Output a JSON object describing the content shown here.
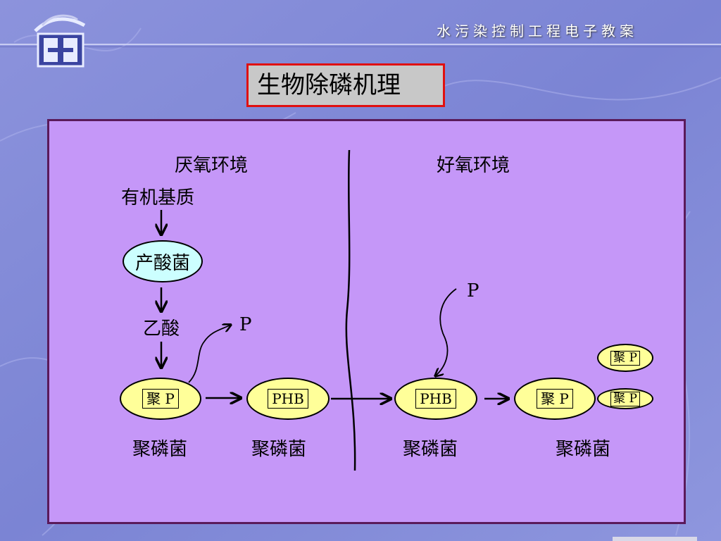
{
  "header": {
    "title": "水污染控制工程电子教案"
  },
  "slide": {
    "title": "生物除磷机理"
  },
  "diagram": {
    "anaerobic_label": "厌氧环境",
    "aerobic_label": "好氧环境",
    "substrate_label": "有机基质",
    "acid_bacteria_label": "产酸菌",
    "acetic_acid_label": "乙酸",
    "p_release_label": "P",
    "p_uptake_label": "P",
    "cell1_content": "聚 P",
    "cell2_content": "PHB",
    "cell3_content": "PHB",
    "cell4_content": "聚 P",
    "small_cell1_content": "聚 P",
    "small_cell2_content": "聚 P",
    "cell1_caption": "聚磷菌",
    "cell2_caption": "聚磷菌",
    "cell3_caption": "聚磷菌",
    "cell4_caption": "聚磷菌"
  },
  "colors": {
    "background": "#7d85d6",
    "panel": "#c597f8",
    "panel_border": "#5a1a5a",
    "title_border": "#e01010",
    "title_fill": "#c8c8c8",
    "cell_fill": "#ffff99",
    "acid_bacteria_fill": "#ccffff"
  }
}
